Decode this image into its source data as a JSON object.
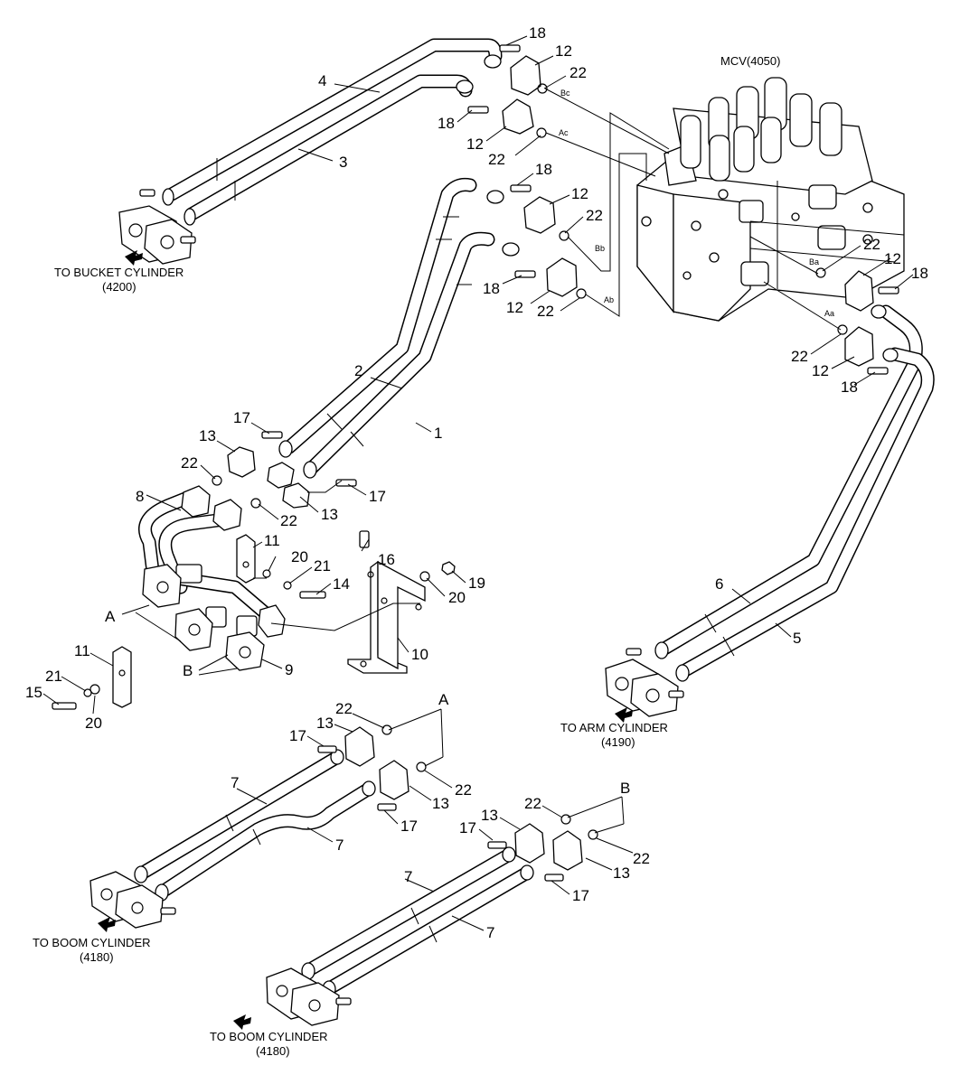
{
  "captions": {
    "mcv": "MCV(4050)",
    "bucket_line1": "TO BUCKET CYLINDER",
    "bucket_line2": "(4200)",
    "arm_line1": "TO ARM CYLINDER",
    "arm_line2": "(4190)",
    "boom1_line1": "TO BOOM CYLINDER",
    "boom1_line2": "(4180)",
    "boom2_line1": "TO BOOM CYLINDER",
    "boom2_line2": "(4180)"
  },
  "ports": {
    "bc": "Bc",
    "ac": "Ac",
    "bb": "Bb",
    "ab": "Ab",
    "ba": "Ba",
    "aa": "Aa"
  },
  "views": {
    "a1": "A",
    "a2": "A",
    "b1": "B",
    "b2": "B"
  },
  "callouts": [
    "18",
    "12",
    "22",
    "4",
    "18",
    "12",
    "22",
    "3",
    "18",
    "12",
    "22",
    "18",
    "12",
    "22",
    "22",
    "12",
    "18",
    "22",
    "12",
    "18",
    "2",
    "1",
    "17",
    "13",
    "22",
    "8",
    "17",
    "22",
    "13",
    "11",
    "20",
    "21",
    "16",
    "14",
    "19",
    "20",
    "10",
    "9",
    "11",
    "21",
    "15",
    "20",
    "6",
    "5",
    "22",
    "17",
    "13",
    "22",
    "13",
    "7",
    "17",
    "7",
    "22",
    "17",
    "13",
    "22",
    "13",
    "7",
    "17",
    "7"
  ]
}
